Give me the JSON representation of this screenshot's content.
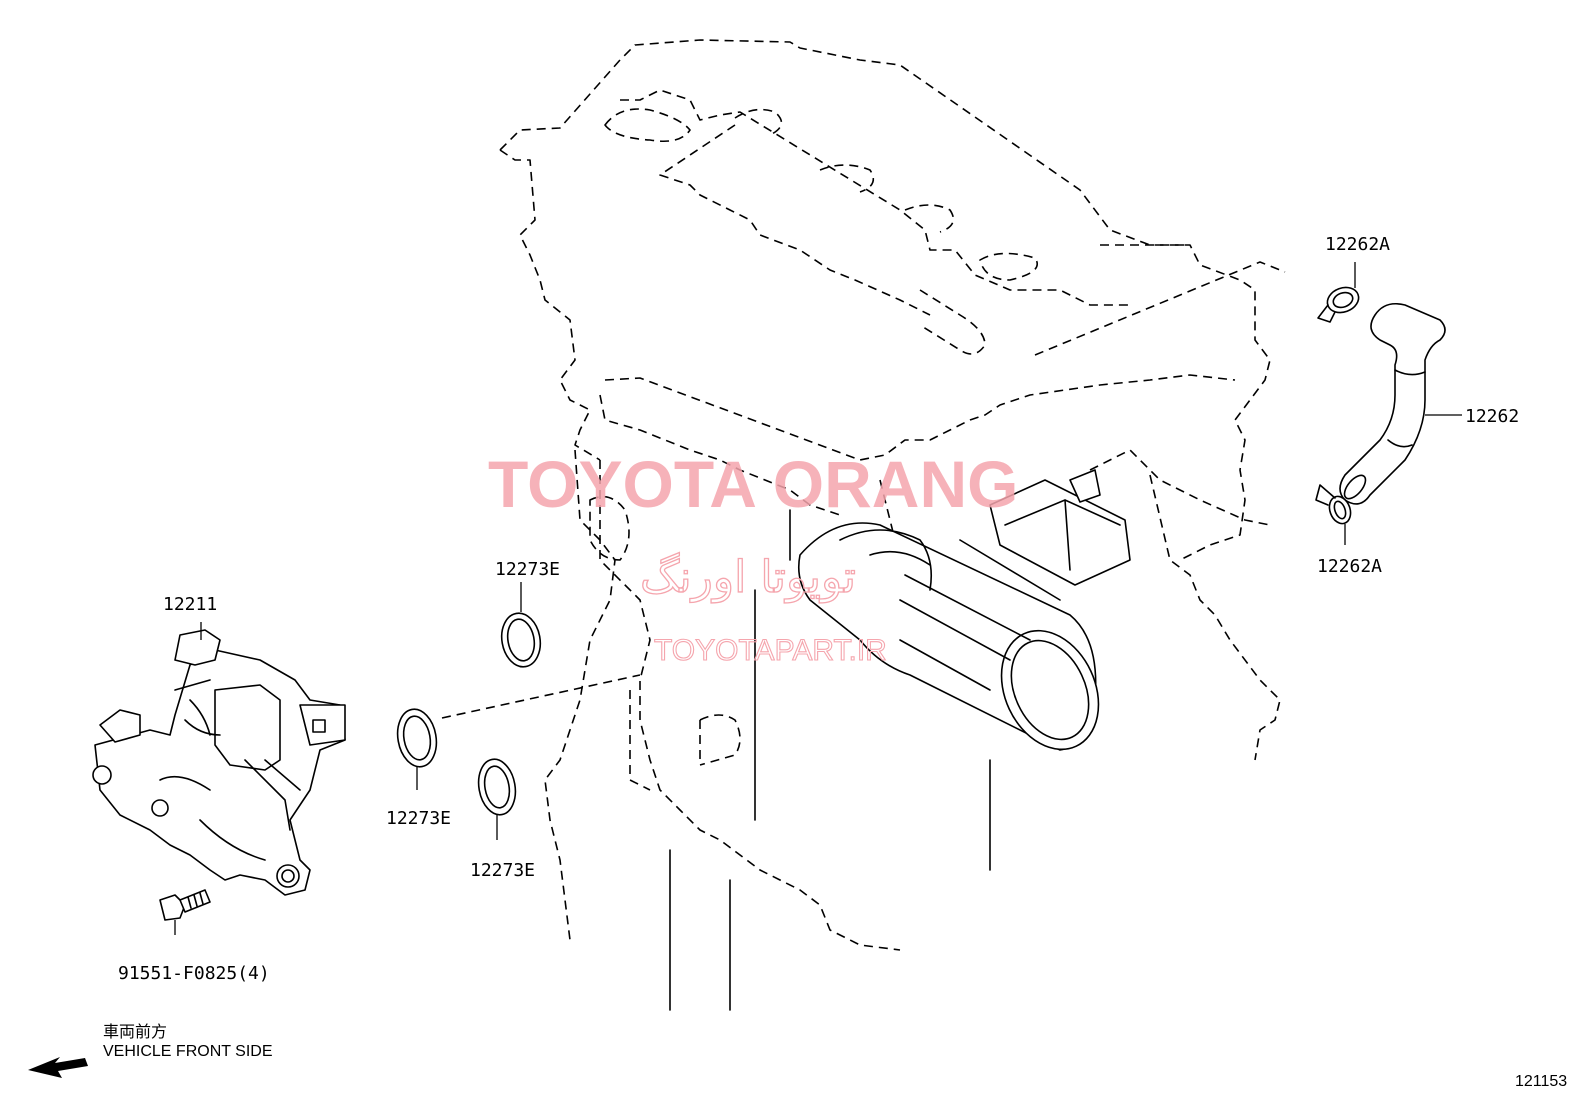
{
  "watermark": {
    "title": "TOYOTA ORANG",
    "arabic": "تویوتا اورنگ",
    "site": "TOYOTAPART.IR"
  },
  "callouts": {
    "throttle_body": "12211",
    "bolt": "91551-F0825(4)",
    "gasket_top": "12273E",
    "gasket_left": "12273E",
    "gasket_bottom": "12273E",
    "clamp_top": "12262A",
    "hose": "12262",
    "clamp_bottom": "12262A"
  },
  "legend": {
    "jp": "車両前方",
    "en": "VEHICLE FRONT SIDE",
    "arrow_icon": "arrow-left-icon"
  },
  "figure_number": "121153"
}
